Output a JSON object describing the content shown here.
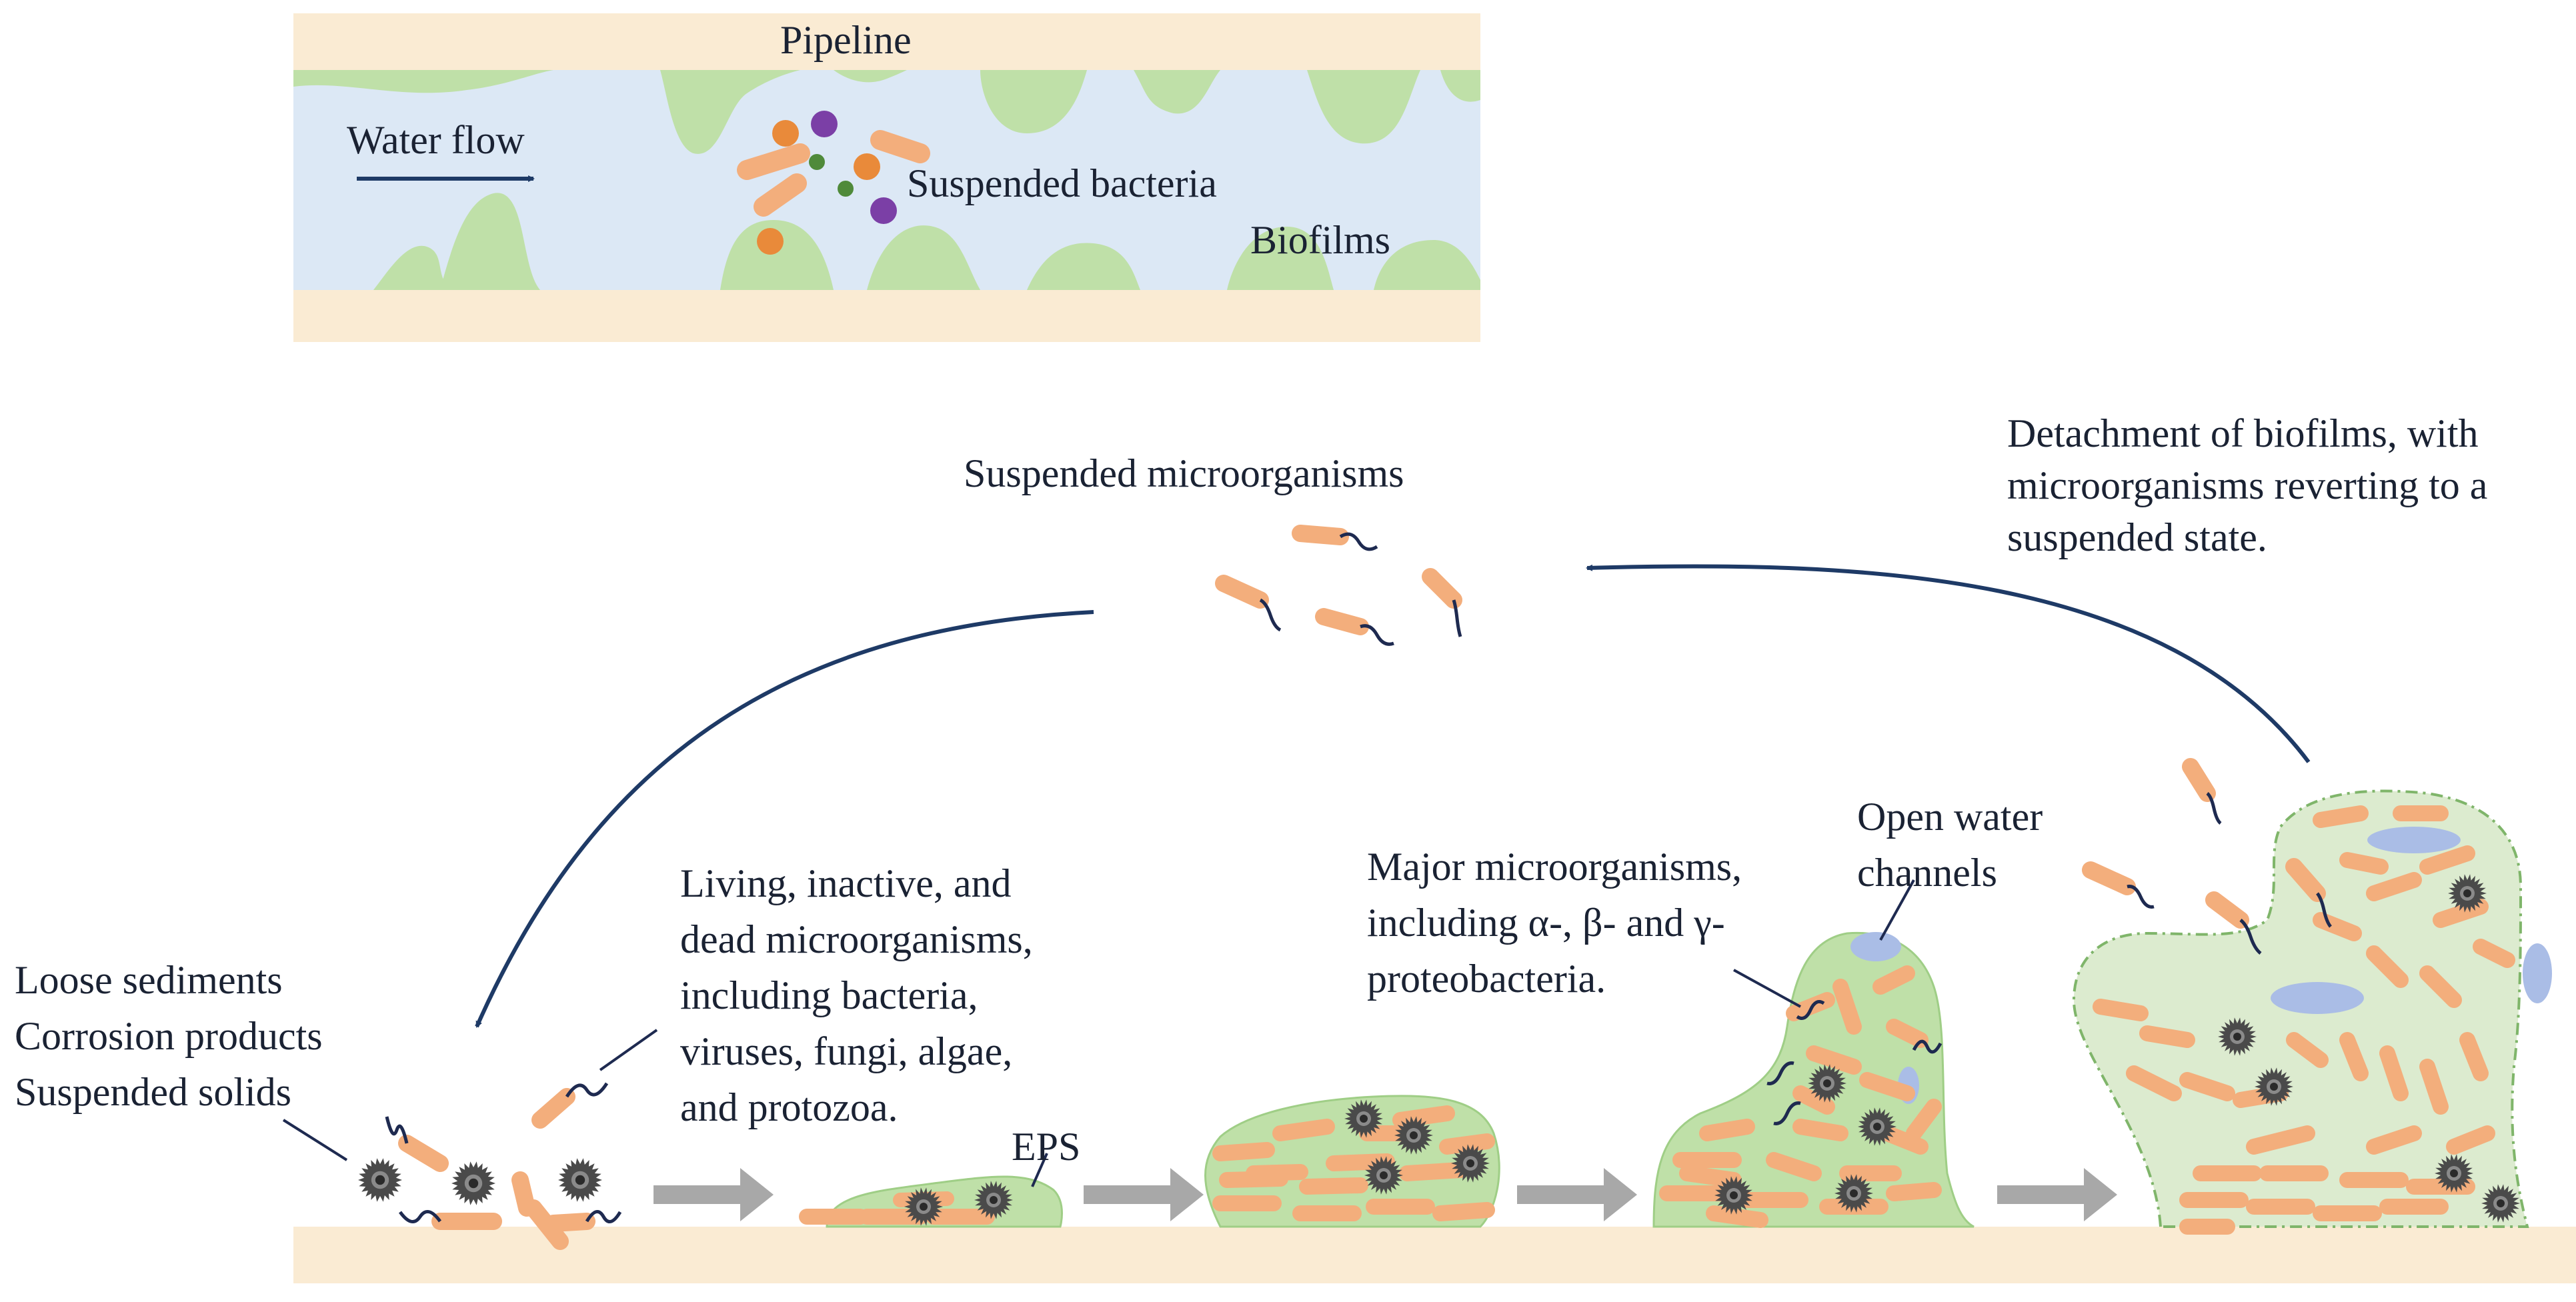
{
  "colors": {
    "pipe_wall": "#faebd3",
    "water": "#dce8f5",
    "biofilm": "#bfe0a8",
    "biofilm_edge": "#7fb56a",
    "bacteria": "#f3ae7c",
    "bacteria_dark": "#e98a3a",
    "purple": "#7b3fa6",
    "green_dot": "#4f8a3a",
    "flagella": "#1e2a50",
    "arrow": "#1e3a66",
    "channel": "#aabde6",
    "sediment": "#4a4a4a",
    "process_arrow": "#a8a8a8"
  },
  "labels": {
    "pipeline": "Pipeline",
    "water_flow": "Water flow",
    "suspended_bacteria": "Suspended bacteria",
    "biofilms": "Biofilms",
    "suspended_microorganisms": "Suspended microorganisms",
    "detachment": [
      "Detachment of biofilms, with",
      "microorganisms reverting to a",
      "suspended state."
    ],
    "loose_sediments": [
      "Loose sediments",
      "Corrosion products",
      "Suspended solids"
    ],
    "living_microorganisms": [
      "Living, inactive, and",
      "dead microorganisms,",
      "including bacteria,",
      "viruses, fungi, algae,",
      "and protozoa."
    ],
    "eps": "EPS",
    "major_microorganisms": [
      "Major microorganisms,",
      "including α-, β- and γ-",
      "proteobacteria."
    ],
    "open_water_channels": [
      "Open water",
      "channels"
    ]
  }
}
